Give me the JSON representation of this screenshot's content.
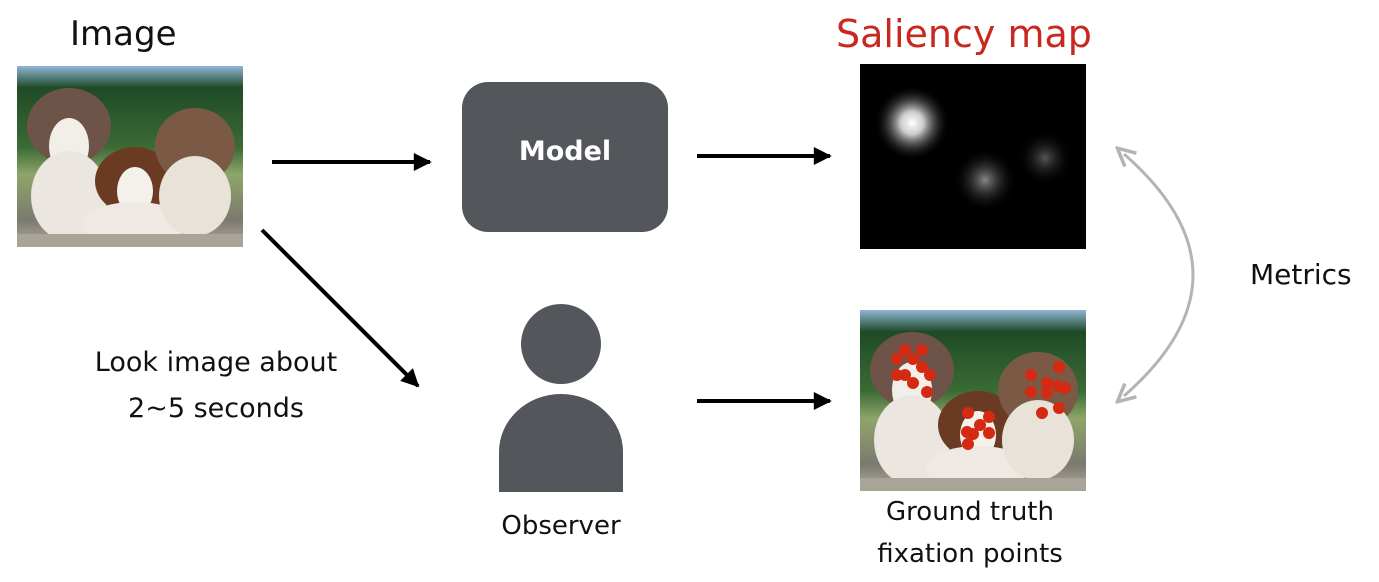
{
  "labels": {
    "image": "Image",
    "model": "Model",
    "saliency_map": "Saliency map",
    "metrics": "Metrics",
    "observer": "Observer",
    "look_line1": "Look image about",
    "look_line2": "2~5 seconds",
    "ground_truth_line1": "Ground truth",
    "ground_truth_line2": "fixation points"
  },
  "colors": {
    "saliency_title": "#c8281e",
    "model_box": "#53565b",
    "fixation_dot": "#d42a12",
    "metrics_arrow": "#b4b4b4"
  }
}
